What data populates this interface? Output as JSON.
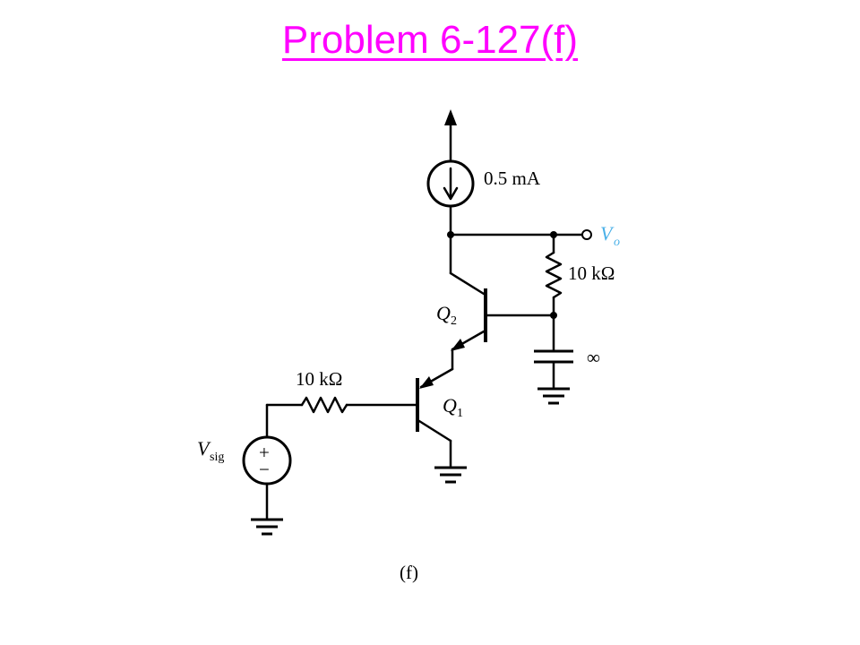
{
  "title": "Problem 6-127(f)",
  "colors": {
    "title": "#ff00ff",
    "output_label": "#4ab0e8"
  },
  "labels": {
    "current_source": "0.5 mA",
    "output_v": "V",
    "output_sub": "o",
    "load_resistor": "10 kΩ",
    "source_resistor": "10 kΩ",
    "capacitor": "∞",
    "q2": "Q",
    "q2_sub": "2",
    "q1": "Q",
    "q1_sub": "1",
    "vsig": "V",
    "vsig_sub": "sig",
    "plus": "+",
    "minus": "−",
    "figure_label": "(f)"
  }
}
